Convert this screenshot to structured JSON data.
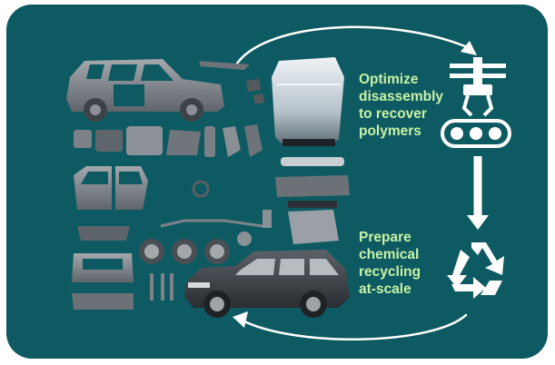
{
  "labels": {
    "disassembly": [
      "Optimize",
      "disassembly",
      "to recover",
      "polymers"
    ],
    "recycling": [
      "Prepare",
      "chemical",
      "recycling",
      "at-scale"
    ]
  },
  "icons": {
    "top": "robotic-arm-conveyor-icon",
    "bottom": "recycle-icon",
    "parts": "exploded-car-parts-illustration",
    "car": "suv-car-illustration"
  },
  "colors": {
    "background": "#0e5a62",
    "label_text": "#c7f2a6",
    "arrow": "#ffffff",
    "parts_gray": "#7d8289"
  }
}
